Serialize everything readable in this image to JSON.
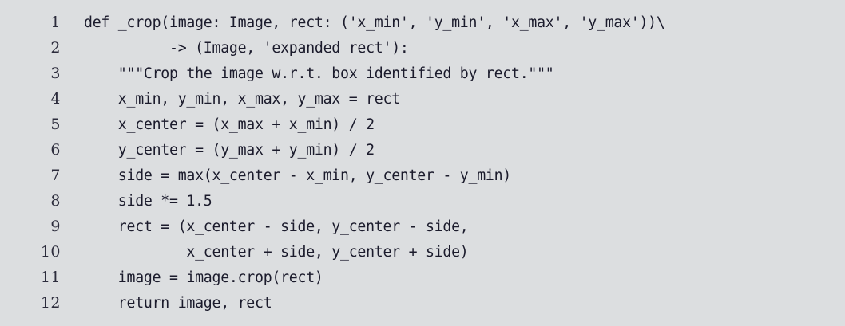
{
  "listing": {
    "background_color": "#dcdee0",
    "text_color": "#1b1b2c",
    "line_number_color": "#2c2c3c",
    "language": "python",
    "lines": [
      {
        "number": "1",
        "code": "def _crop(image: Image, rect: ('x_min', 'y_min', 'x_max', 'y_max'))\\"
      },
      {
        "number": "2",
        "code": "          -> (Image, 'expanded rect'):"
      },
      {
        "number": "3",
        "code": "    \"\"\"Crop the image w.r.t. box identified by rect.\"\"\""
      },
      {
        "number": "4",
        "code": "    x_min, y_min, x_max, y_max = rect"
      },
      {
        "number": "5",
        "code": "    x_center = (x_max + x_min) / 2"
      },
      {
        "number": "6",
        "code": "    y_center = (y_max + y_min) / 2"
      },
      {
        "number": "7",
        "code": "    side = max(x_center - x_min, y_center - y_min)"
      },
      {
        "number": "8",
        "code": "    side *= 1.5"
      },
      {
        "number": "9",
        "code": "    rect = (x_center - side, y_center - side,"
      },
      {
        "number": "10",
        "code": "            x_center + side, y_center + side)"
      },
      {
        "number": "11",
        "code": "    image = image.crop(rect)"
      },
      {
        "number": "12",
        "code": "    return image, rect"
      }
    ]
  }
}
